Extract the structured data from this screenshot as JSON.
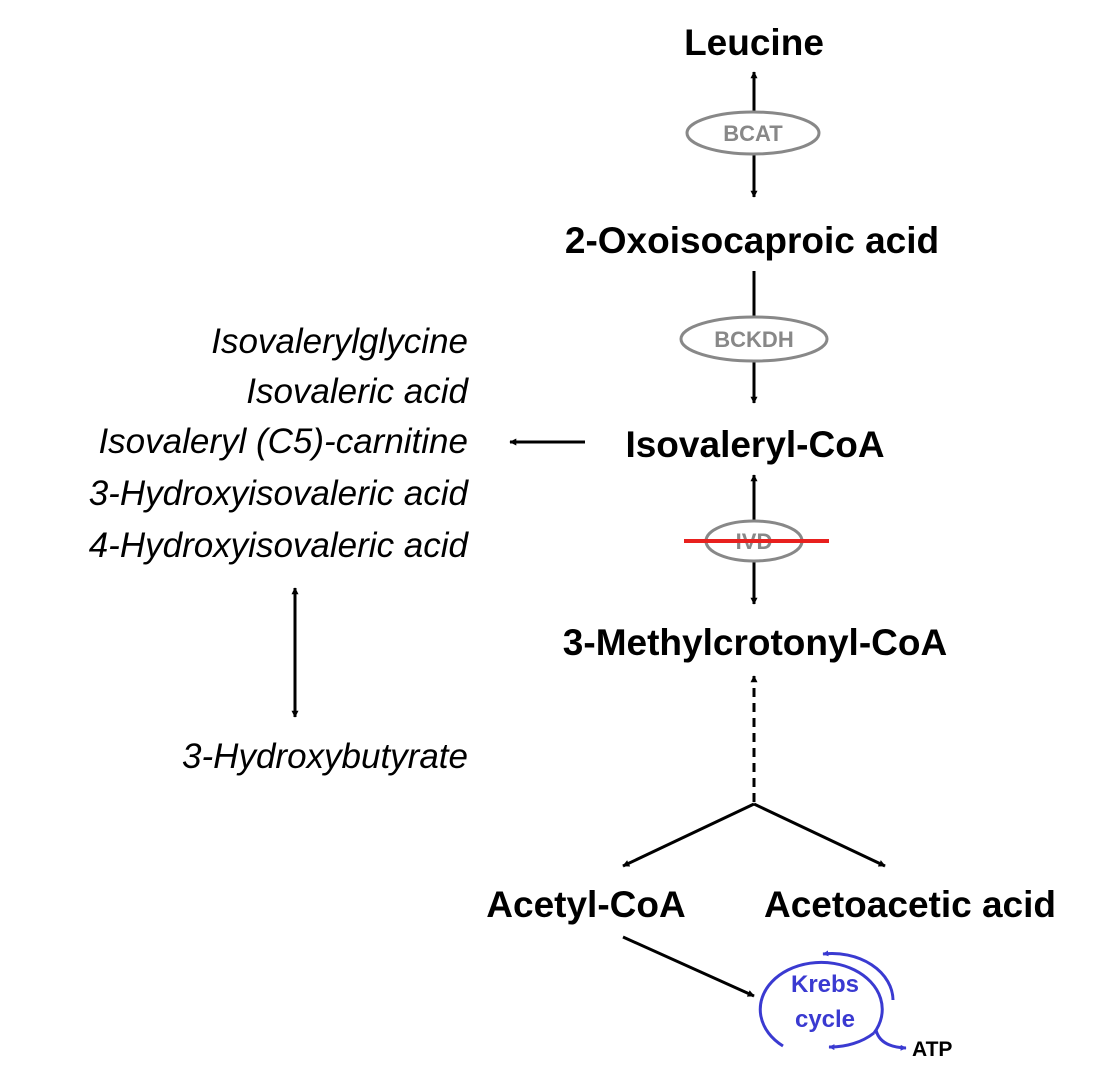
{
  "colors": {
    "compound": "#000000",
    "enzyme": "#888888",
    "block": "#e8201e",
    "krebs": "#3a3ad1"
  },
  "compounds": {
    "leucine": "Leucine",
    "oxoisocaproic": "2-Oxoisocaproic acid",
    "isovaleryl_coa": "Isovaleryl-CoA",
    "methylcrotonyl_coa": "3-Methylcrotonyl-CoA",
    "acetyl_coa": "Acetyl-CoA",
    "acetoacetic": "Acetoacetic acid"
  },
  "enzymes": {
    "bcat": "BCAT",
    "bckdh": "BCKDH",
    "ivd": "IVD"
  },
  "side_metabolites": [
    "Isovalerylglycine",
    "Isovaleric acid",
    "Isovaleryl (C5)-carnitine",
    "3-Hydroxyisovaleric acid",
    "4-Hydroxyisovaleric acid"
  ],
  "hydroxybutyrate": "3-Hydroxybutyrate",
  "krebs": {
    "line1": "Krebs",
    "line2": "cycle"
  },
  "atp": "ATP"
}
